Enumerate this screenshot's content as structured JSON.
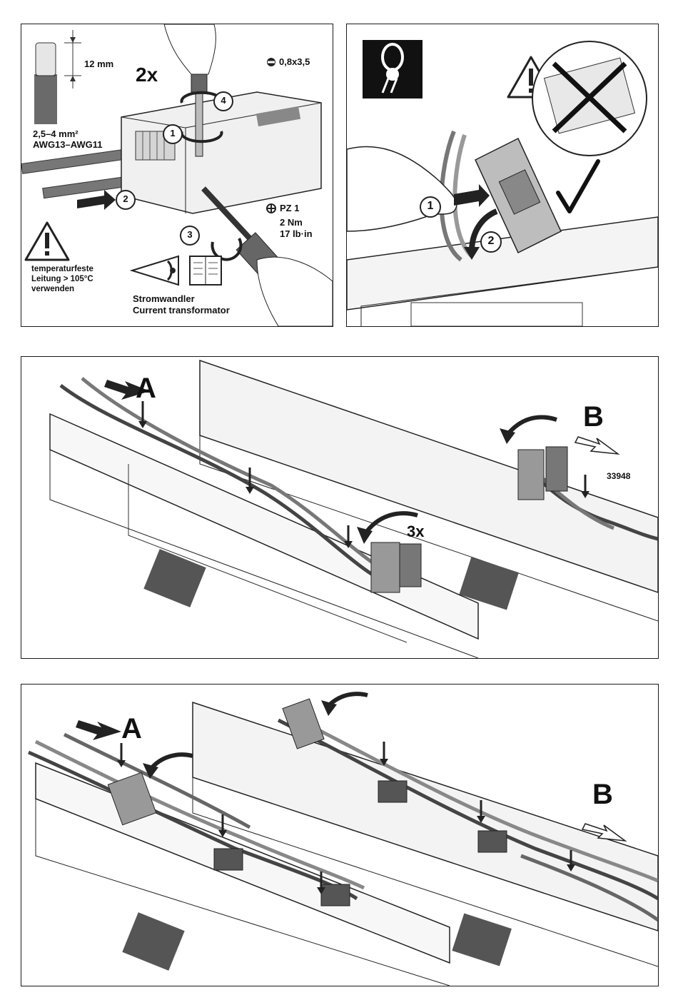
{
  "panel1": {
    "strip_length": "12 mm",
    "repeat": "2x",
    "slot_driver": "0,8x3,5",
    "cross_section": "2,5–4 mm²",
    "awg": "AWG13–AWG11",
    "pz": "PZ 1",
    "torque_nm": "2 Nm",
    "torque_lbin": "17 lb·in",
    "warning_lines": [
      "temperaturfeste",
      "Leitung > 105°C",
      "verwenden"
    ],
    "reference_lines": [
      "Stromwandler",
      "Current transformator"
    ],
    "steps": [
      "1",
      "2",
      "3",
      "4"
    ]
  },
  "panel2": {
    "steps": [
      "1",
      "2"
    ]
  },
  "panel3": {
    "label_a": "A",
    "label_b": "B",
    "repeat": "3x",
    "part_number": "33948"
  },
  "panel4": {
    "label_a": "A",
    "label_b": "B"
  }
}
